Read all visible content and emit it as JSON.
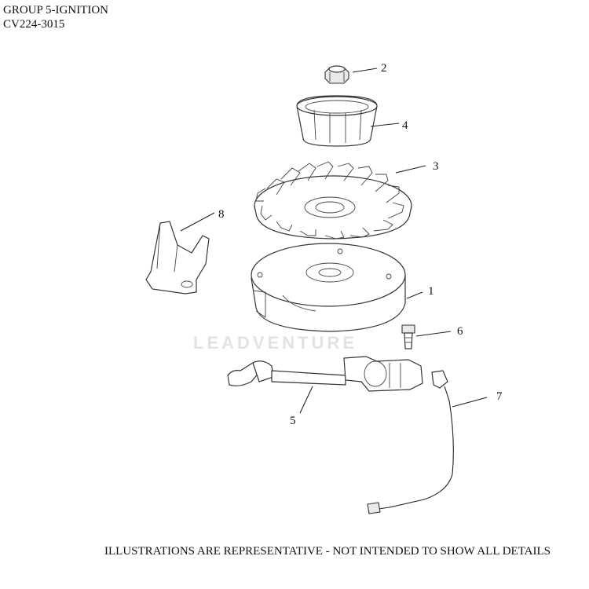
{
  "header": {
    "group_title": "GROUP 5-IGNITION",
    "model": "CV224-3015"
  },
  "footer_note": "ILLUSTRATIONS ARE REPRESENTATIVE - NOT INTENDED TO SHOW ALL DETAILS",
  "watermark": "LEADVENTURE",
  "callouts": [
    {
      "id": "flywheel",
      "number": "1"
    },
    {
      "id": "flywheel-nut",
      "number": "2"
    },
    {
      "id": "cooling-fan",
      "number": "3"
    },
    {
      "id": "fan-cup",
      "number": "4"
    },
    {
      "id": "ignition-module",
      "number": "5"
    },
    {
      "id": "screw",
      "number": "6"
    },
    {
      "id": "kill-wire",
      "number": "7"
    },
    {
      "id": "bracket",
      "number": "8"
    }
  ]
}
